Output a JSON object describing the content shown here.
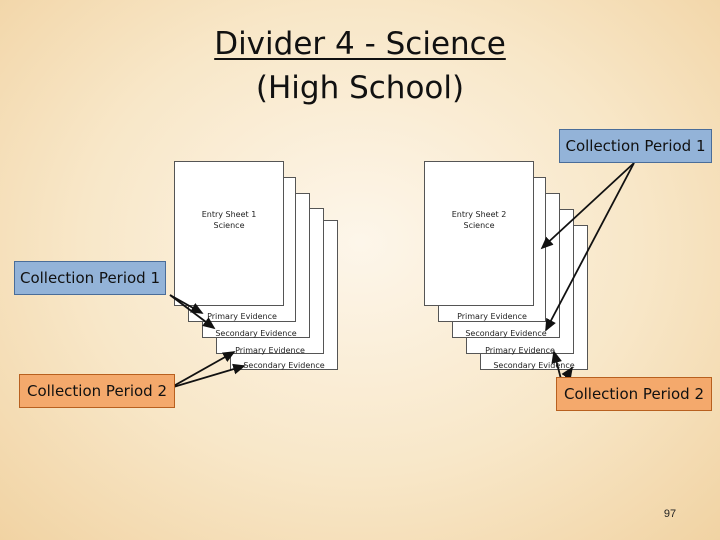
{
  "title": {
    "line1": "Divider 4 - Science",
    "line2": "(High School)"
  },
  "labels": {
    "cp1_top": "Collection Period 1",
    "cp1_left": "Collection Period 1",
    "cp2_left": "Collection Period 2",
    "cp2_right": "Collection Period 2"
  },
  "stack1": {
    "entry_line1": "Entry Sheet 1",
    "entry_line2": "Science",
    "primary1": "Primary Evidence",
    "secondary1": "Secondary Evidence",
    "primary2": "Primary Evidence",
    "secondary2": "Secondary Evidence"
  },
  "stack2": {
    "entry_line1": "Entry Sheet 2",
    "entry_line2": "Science",
    "primary1": "Primary Evidence",
    "secondary1": "Secondary Evidence",
    "primary2": "Primary Evidence",
    "secondary2": "Secondary Evidence"
  },
  "page_number": "97",
  "colors": {
    "collection_period_1": "#93b3d8",
    "collection_period_2": "#f4a96c"
  }
}
